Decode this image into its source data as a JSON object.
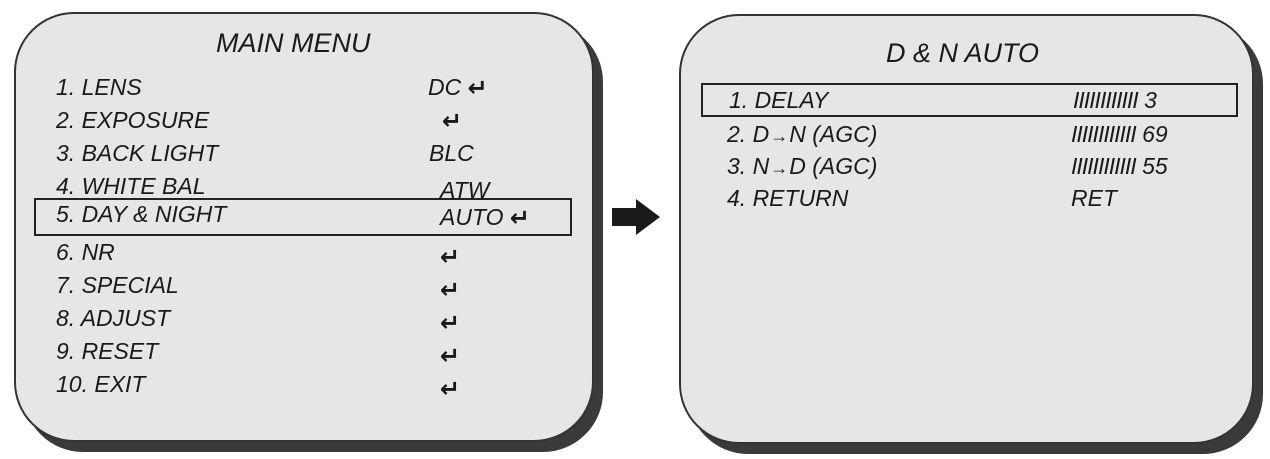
{
  "main_menu": {
    "title": "MAIN MENU",
    "items": [
      {
        "label": "1. LENS",
        "value": "DC",
        "enter_icon": "↵"
      },
      {
        "label": "2. EXPOSURE",
        "value": "",
        "enter_icon": "↵"
      },
      {
        "label": "3. BACK LIGHT",
        "value": "BLC",
        "enter_icon": ""
      },
      {
        "label": "4. WHITE BAL",
        "value": "ATW",
        "enter_icon": ""
      },
      {
        "label": "5. DAY & NIGHT",
        "value": "AUTO",
        "enter_icon": "↵"
      },
      {
        "label": "6. NR",
        "value": "",
        "enter_icon": "↵"
      },
      {
        "label": "7. SPECIAL",
        "value": "",
        "enter_icon": "↵"
      },
      {
        "label": "8. ADJUST",
        "value": "",
        "enter_icon": "↵"
      },
      {
        "label": "9. RESET",
        "value": "",
        "enter_icon": "↵"
      },
      {
        "label": "10. EXIT",
        "value": "",
        "enter_icon": "↵"
      }
    ],
    "selected_index": 4
  },
  "dn_auto_menu": {
    "title": "D & N  AUTO",
    "items": [
      {
        "label": "1. DELAY",
        "bars": "IIIIIIIIIIII",
        "value": "3"
      },
      {
        "label_prefix": "2. D",
        "arrow": "→",
        "label_suffix": "N (AGC)",
        "bars": "IIIIIIIIIIII",
        "value": "69"
      },
      {
        "label_prefix": "3. N",
        "arrow": "→",
        "label_suffix": "D (AGC)",
        "bars": "IIIIIIIIIIII",
        "value": "55"
      },
      {
        "label": "4. RETURN",
        "value": "RET"
      }
    ],
    "selected_index": 0
  },
  "navigation": {
    "icon": "right-arrow-icon"
  },
  "colors": {
    "panel_background": "#e6e6e6",
    "panel_border": "#333333",
    "panel_shadow": "#3a3a3a",
    "text": "#1a1a1a"
  }
}
